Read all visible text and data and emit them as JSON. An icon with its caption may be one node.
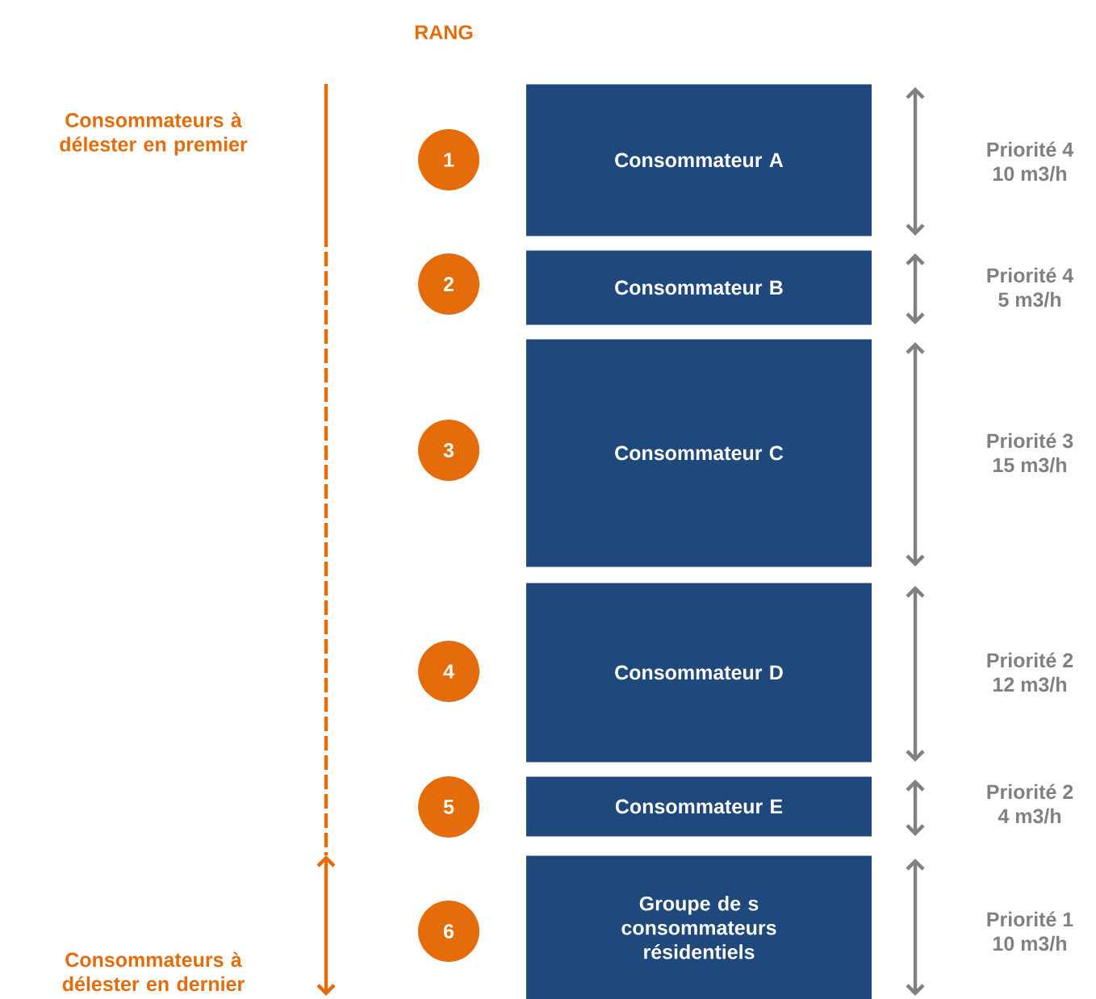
{
  "diagram": {
    "nodes": [
      {
        "text": [
          "1"
        ]
      },
      {
        "text": [
          "2"
        ]
      },
      {
        "text": [
          "3"
        ]
      },
      {
        "text": [
          "4"
        ]
      },
      {
        "text": [
          "5"
        ]
      },
      {
        "text": [
          "6"
        ]
      },
      {
        "text": [
          "Consommateur A"
        ],
        "beside": [
          "Priorité 4",
          "10 m3/h"
        ]
      },
      {
        "text": [
          "Consommateur B"
        ],
        "beside": [
          "Priorité 4",
          "5 m3/h"
        ]
      },
      {
        "text": [
          "Consommateur C"
        ],
        "beside": [
          "Priorité 3",
          "15 m3/h"
        ]
      },
      {
        "text": [
          "Consommateur D"
        ],
        "beside": [
          "Priorité 2",
          "12 m3/h"
        ]
      },
      {
        "text": [
          "Consommateur E"
        ],
        "beside": [
          "Priorité 2",
          "4 m3/h"
        ]
      },
      {
        "text": [
          "Groupe de s consommateurs résidentiels"
        ],
        "beside": [
          "Priorité 1",
          "10 m3/h"
        ]
      }
    ],
    "labels": [
      "RANG",
      "Consommateurs à délester en premier",
      "Consommateurs à délester en dernier"
    ]
  }
}
